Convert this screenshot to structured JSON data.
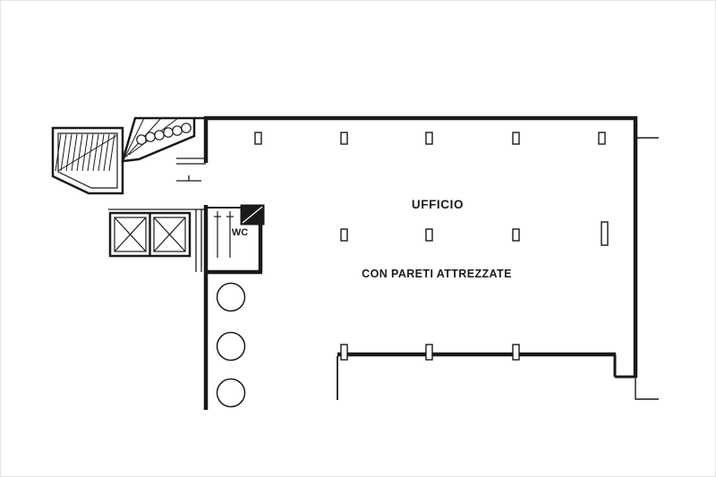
{
  "plan": {
    "room_label": "UFFICIO",
    "room_sublabel": "CON PARETI ATTREZZATE",
    "wc_label": "WC",
    "colors": {
      "background": "#ffffff",
      "line": "#1a1a1a"
    }
  }
}
